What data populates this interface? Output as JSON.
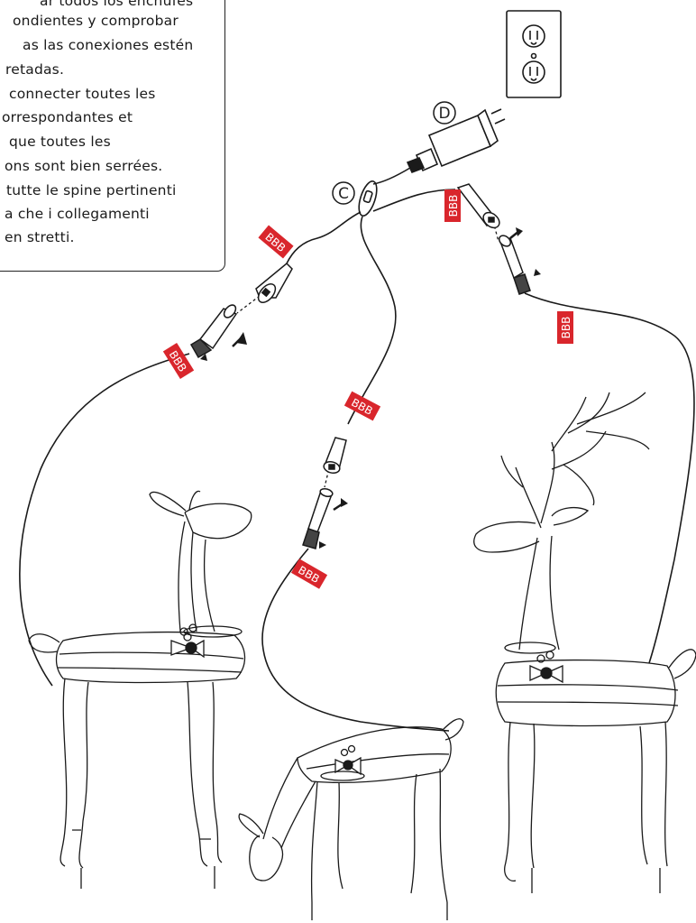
{
  "instructions": {
    "lines": [
      "ar todos los enchufes",
      "ondientes y comprobar",
      "as las conexiones estén",
      "retadas.",
      "connecter toutes les",
      "orrespondantes et",
      "que toutes les",
      "ons sont bien serrées.",
      "tutte le spine pertinenti",
      "a che i collegamenti",
      "en stretti."
    ]
  },
  "callouts": {
    "c": "C",
    "d": "D"
  },
  "tag_label": "BBB",
  "colors": {
    "tag": "#d9262c",
    "line": "#1a1a1a"
  }
}
